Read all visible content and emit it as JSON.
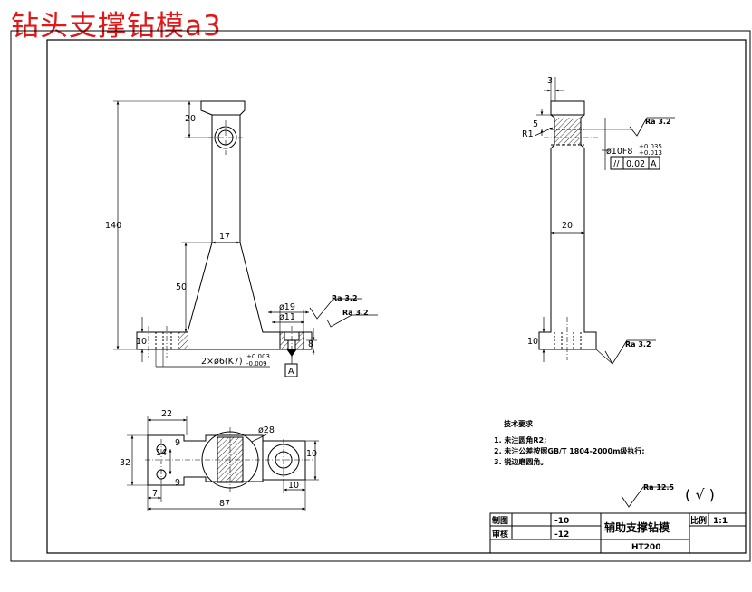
{
  "sheet_title": "钻头支撑钻模a3",
  "front_view": {
    "dims": {
      "overall_height": "140",
      "top_height": "20",
      "neck_width": "17",
      "taper_height": "50",
      "base_height": "10",
      "counterbore_dia": "ø19",
      "hole_dia": "ø11",
      "counterbore_depth": "8",
      "holes_callout": "2×ø6(K7)",
      "hole_tol_upper": "+0.003",
      "hole_tol_lower": "-0.009"
    },
    "roughness_1": "Ra 3.2",
    "roughness_2": "Ra 3.2",
    "datum": "A"
  },
  "side_view": {
    "dims": {
      "top_offset": "3",
      "slot_depth": "5",
      "fillet": "R1",
      "width": "20",
      "base_height": "10"
    },
    "roughness_top": "Ra 3.2",
    "roughness_base": "Ra 3.2",
    "fit_callout": "ø10F8",
    "fit_tol_upper": "+0.035",
    "fit_tol_lower": "+0.013",
    "tolerance_frame": {
      "symbol": "//",
      "value": "0.02",
      "datum": "A"
    }
  },
  "top_view": {
    "dims": {
      "left_width": "22",
      "height": "32",
      "hole_spacing": "14",
      "offset_a": "9",
      "offset_b": "9",
      "left_offset": "7",
      "circle_dia": "ø28",
      "right_height": "10",
      "right_offset": "10",
      "overall_length": "87"
    }
  },
  "tech_notes": {
    "heading": "技术要求",
    "items": [
      "1. 未注圆角R2;",
      "2. 未注公差按照GB/T 1804-2000m级执行;",
      "3. 锐边磨圆角。"
    ]
  },
  "general_roughness": {
    "value": "Ra 12.5",
    "bracket": "( √ )"
  },
  "title_block": {
    "drawn_label": "制图",
    "checked_label": "审核",
    "drawn_value": "-10",
    "checked_value": "-12",
    "part_name": "辅助支撑钻模",
    "material": "HT200",
    "scale_label": "比例",
    "scale_value": "1:1"
  }
}
